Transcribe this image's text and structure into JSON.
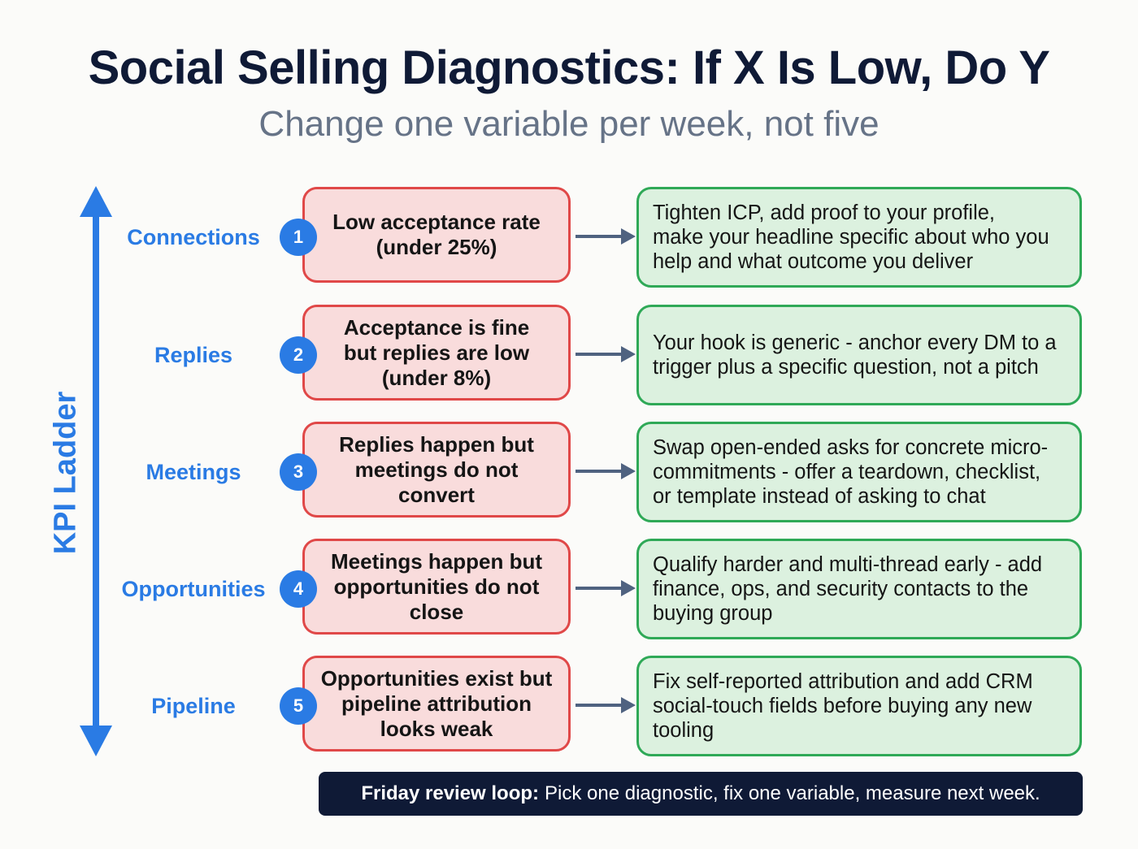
{
  "header": {
    "title": "Social Selling Diagnostics: If X Is Low, Do Y",
    "subtitle": "Change one variable per week, not five"
  },
  "axis": {
    "label": "KPI Ladder",
    "icon": "double-headed-vertical-arrow",
    "color": "#2a7be4"
  },
  "rows": [
    {
      "number": "1",
      "kpi": "Connections",
      "problem": "Low acceptance rate\n(under 25%)",
      "solution": "Tighten ICP, add proof to your profile,\nmake your headline specific about who you\nhelp and what outcome you deliver"
    },
    {
      "number": "2",
      "kpi": "Replies",
      "problem": "Acceptance is fine\nbut replies are low\n(under 8%)",
      "solution": "Your hook is generic - anchor every DM to a\ntrigger plus a specific question, not a pitch"
    },
    {
      "number": "3",
      "kpi": "Meetings",
      "problem": "Replies happen but\nmeetings do not\nconvert",
      "solution": "Swap open-ended asks for concrete micro-\ncommitments - offer a teardown, checklist,\nor template instead of asking to chat"
    },
    {
      "number": "4",
      "kpi": "Opportunities",
      "problem": "Meetings happen but\nopportunities do not\nclose",
      "solution": "Qualify harder and multi-thread early - add\nfinance, ops, and security contacts to the\nbuying group"
    },
    {
      "number": "5",
      "kpi": "Pipeline",
      "problem": "Opportunities exist but\npipeline attribution\nlooks weak",
      "solution": "Fix self-reported attribution and add CRM\nsocial-touch fields before buying any new\ntooling"
    }
  ],
  "footer": {
    "bold": "Friday review loop:",
    "text": "Pick one diagnostic, fix one variable, measure next week."
  },
  "colors": {
    "title": "#0f1a36",
    "subtitle": "#667387",
    "accent_blue": "#2a7be4",
    "problem_fill": "#f9dcdc",
    "problem_border": "#e04848",
    "solution_fill": "#dcf1df",
    "solution_border": "#2fa957",
    "connector": "#4f6280",
    "footer_bg": "#0f1a36"
  }
}
